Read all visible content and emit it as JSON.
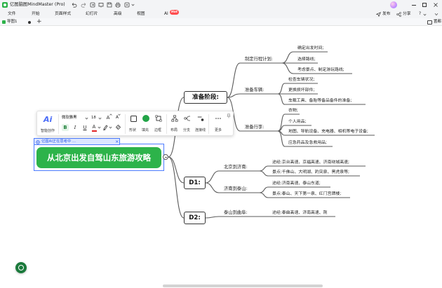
{
  "window": {
    "title": "亿图脑图MindMaster (Pro)",
    "quick_icons": [
      "undo-icon",
      "redo-icon",
      "export-icon",
      "slideshow-icon",
      "save-icon",
      "print-icon",
      "more-icon"
    ]
  },
  "menu": {
    "items": [
      "文件",
      "开始",
      "页面样式",
      "幻灯片",
      "高级",
      "视图",
      "AI"
    ],
    "ai_badge": "Hot",
    "publish": "发布",
    "share": "分享",
    "help": "?"
  },
  "tabs": {
    "items": [
      {
        "label": "导图1"
      }
    ],
    "add": "+",
    "panel_toggle": "置都"
  },
  "toolbar": {
    "ai_label": "Ai",
    "ai_caption": "智能创作",
    "font_family": "微软雅黑",
    "font_size": "18",
    "font_grow": "A",
    "font_shrink": "A",
    "bold": "B",
    "italic": "I",
    "underline": "U",
    "font_color": "A",
    "shape": "形状",
    "fill": "填充",
    "border": "边框",
    "layout": "布局",
    "branch": "分支",
    "connector": "连接线",
    "more": "更多"
  },
  "ai_status": {
    "text": "亿图AI正在思考中 ...",
    "close": "×"
  },
  "mindmap": {
    "central": "从北京出发自驾山东旅游攻略",
    "branches": [
      {
        "label": "准备阶段:",
        "children": [
          {
            "label": "制定行程计划:",
            "children": [
              "确定出发时间;",
              "选择路线;",
              "考虑景点、制定游玩路线;"
            ]
          },
          {
            "label": "准备车辆:",
            "children": [
              "检查车辆状况;",
              "更换损坏部件;",
              "车载工具、备胎等备品备件的准备;"
            ]
          },
          {
            "label": "准备行李:",
            "children": [
              "衣物;",
              "个人用品;",
              "地图、导航设备、充电器、相机等电子设备;",
              "应急药品及急救用品;"
            ]
          }
        ]
      },
      {
        "label": "D1:",
        "children": [
          {
            "label": "北京到济南:",
            "children": [
              "途经:京台高速、京福高速、济南绕城高速;",
              "景点:千佛山、大明湖、趵突泉、黑虎泉等;"
            ]
          },
          {
            "label": "济南到泰山:",
            "children": [
              "途经:济南高速、泰山东道;",
              "景点:泰山、天下第一泉、红门宫牌楼;"
            ]
          }
        ]
      },
      {
        "label": "D2:",
        "children": [
          {
            "label": "泰山到曲阜:",
            "children": [
              "途经:泰曲高速、济南高速、荆"
            ]
          }
        ]
      }
    ]
  },
  "colors": {
    "brand_green": "#2db34a",
    "topic_green": "#2db34a",
    "selection_blue": "#4d7cff",
    "hot_red": "#ff4d4f"
  }
}
